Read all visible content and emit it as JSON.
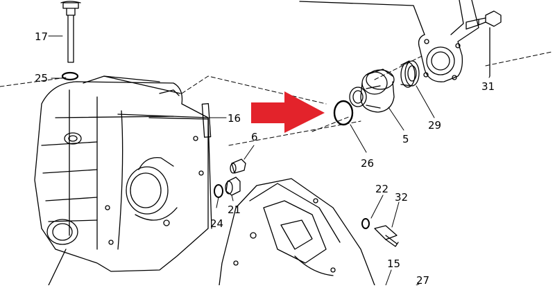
{
  "diagram": {
    "arrow_color": "#e3232b",
    "line_color": "#000000",
    "callouts": [
      {
        "id": "c17",
        "label": "17",
        "part": "dipstick"
      },
      {
        "id": "c25",
        "label": "25",
        "part": "o-ring"
      },
      {
        "id": "c16",
        "label": "16",
        "part": "plate"
      },
      {
        "id": "c6",
        "label": "6",
        "part": "plug"
      },
      {
        "id": "c21",
        "label": "21",
        "part": "drain-plug"
      },
      {
        "id": "c24",
        "label": "24",
        "part": "washer"
      },
      {
        "id": "c26",
        "label": "26",
        "part": "o-ring"
      },
      {
        "id": "c5",
        "label": "5",
        "part": "bearing-housing"
      },
      {
        "id": "c29",
        "label": "29",
        "part": "seal"
      },
      {
        "id": "c31",
        "label": "31",
        "part": "bolt"
      },
      {
        "id": "c22",
        "label": "22",
        "part": "washer"
      },
      {
        "id": "c32",
        "label": "32",
        "part": "bolt"
      },
      {
        "id": "c15",
        "label": "15",
        "part": "cover"
      },
      {
        "id": "c27",
        "label": "27",
        "part": "part"
      }
    ]
  }
}
